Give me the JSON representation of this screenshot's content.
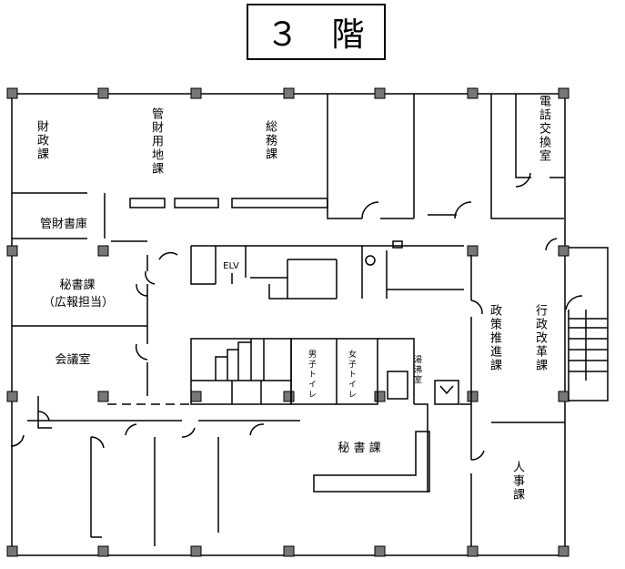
{
  "title": {
    "number": "３",
    "floor": "階"
  },
  "rooms": {
    "zaisei": "財政課",
    "kanzai_yochi": "管財用地課",
    "somu": "総務課",
    "denwa": "電話交換室",
    "kanzai_shoko": "管財書庫",
    "elv": "ELV",
    "hisho_kouhou_1": "秘書課",
    "hisho_kouhou_2": "（広報担当）",
    "kaigi": "会議室",
    "seisaku": "政策推進課",
    "gyosei": "行政改革課",
    "danshi": "男子トイレ",
    "joshi": "女子トイレ",
    "yuwakashi": "湯沸室",
    "hisho": "秘 書 課",
    "jinji": "人事課"
  }
}
